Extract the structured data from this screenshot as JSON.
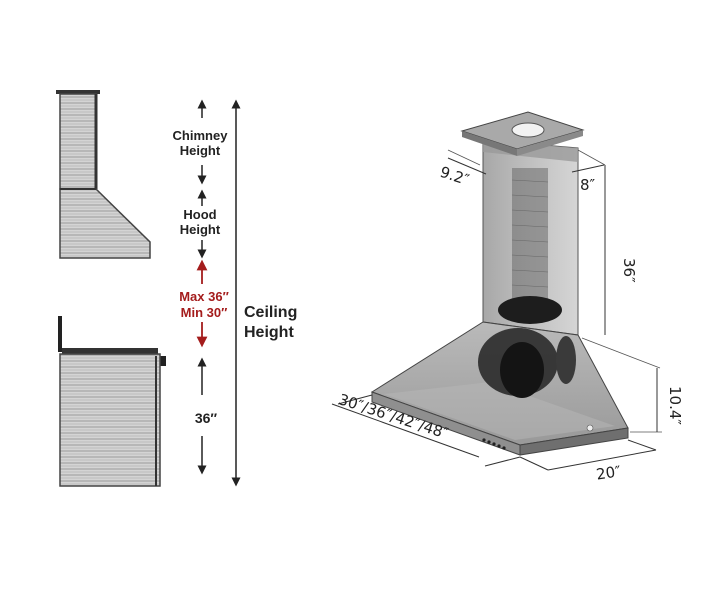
{
  "labels": {
    "chimney_line1": "Chimney",
    "chimney_line2": "Height",
    "hood_line1": "Hood",
    "hood_line2": "Height",
    "max": "Max 36″",
    "min": "Min 30″",
    "ceiling_line1": "Ceiling",
    "ceiling_line2": "Height",
    "counter": "36″"
  },
  "dimensions": {
    "top_width": "9.2″",
    "top_depth": "8″",
    "chimney": "36″",
    "hood_height": "10.4″",
    "depth": "20″",
    "widths": "30″/36″/42″/48″"
  },
  "colors": {
    "accent_red": "#a41c1c",
    "ink": "#222222",
    "steel_dark": "#5a5a5a",
    "steel_light": "#c9c9c9"
  }
}
